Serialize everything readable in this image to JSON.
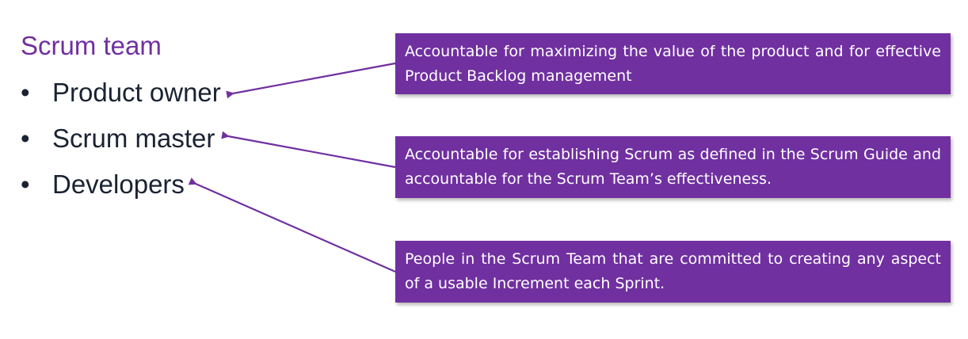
{
  "heading": "Scrum team",
  "bullet_symbol": "•",
  "roles": [
    {
      "label": "Product owner",
      "description": "Accountable for maximizing the value of the product and for effective Product Backlog management"
    },
    {
      "label": "Scrum master",
      "description": "Accountable for establishing Scrum as defined in the Scrum Guide and accountable for the Scrum Team’s effectiveness."
    },
    {
      "label": "Developers",
      "description": "People in the Scrum Team that are committed to creating any aspect of a usable Increment each Sprint."
    }
  ],
  "colors": {
    "accent": "#7030A0",
    "text": "#1a2332",
    "box_text": "#ffffff"
  }
}
